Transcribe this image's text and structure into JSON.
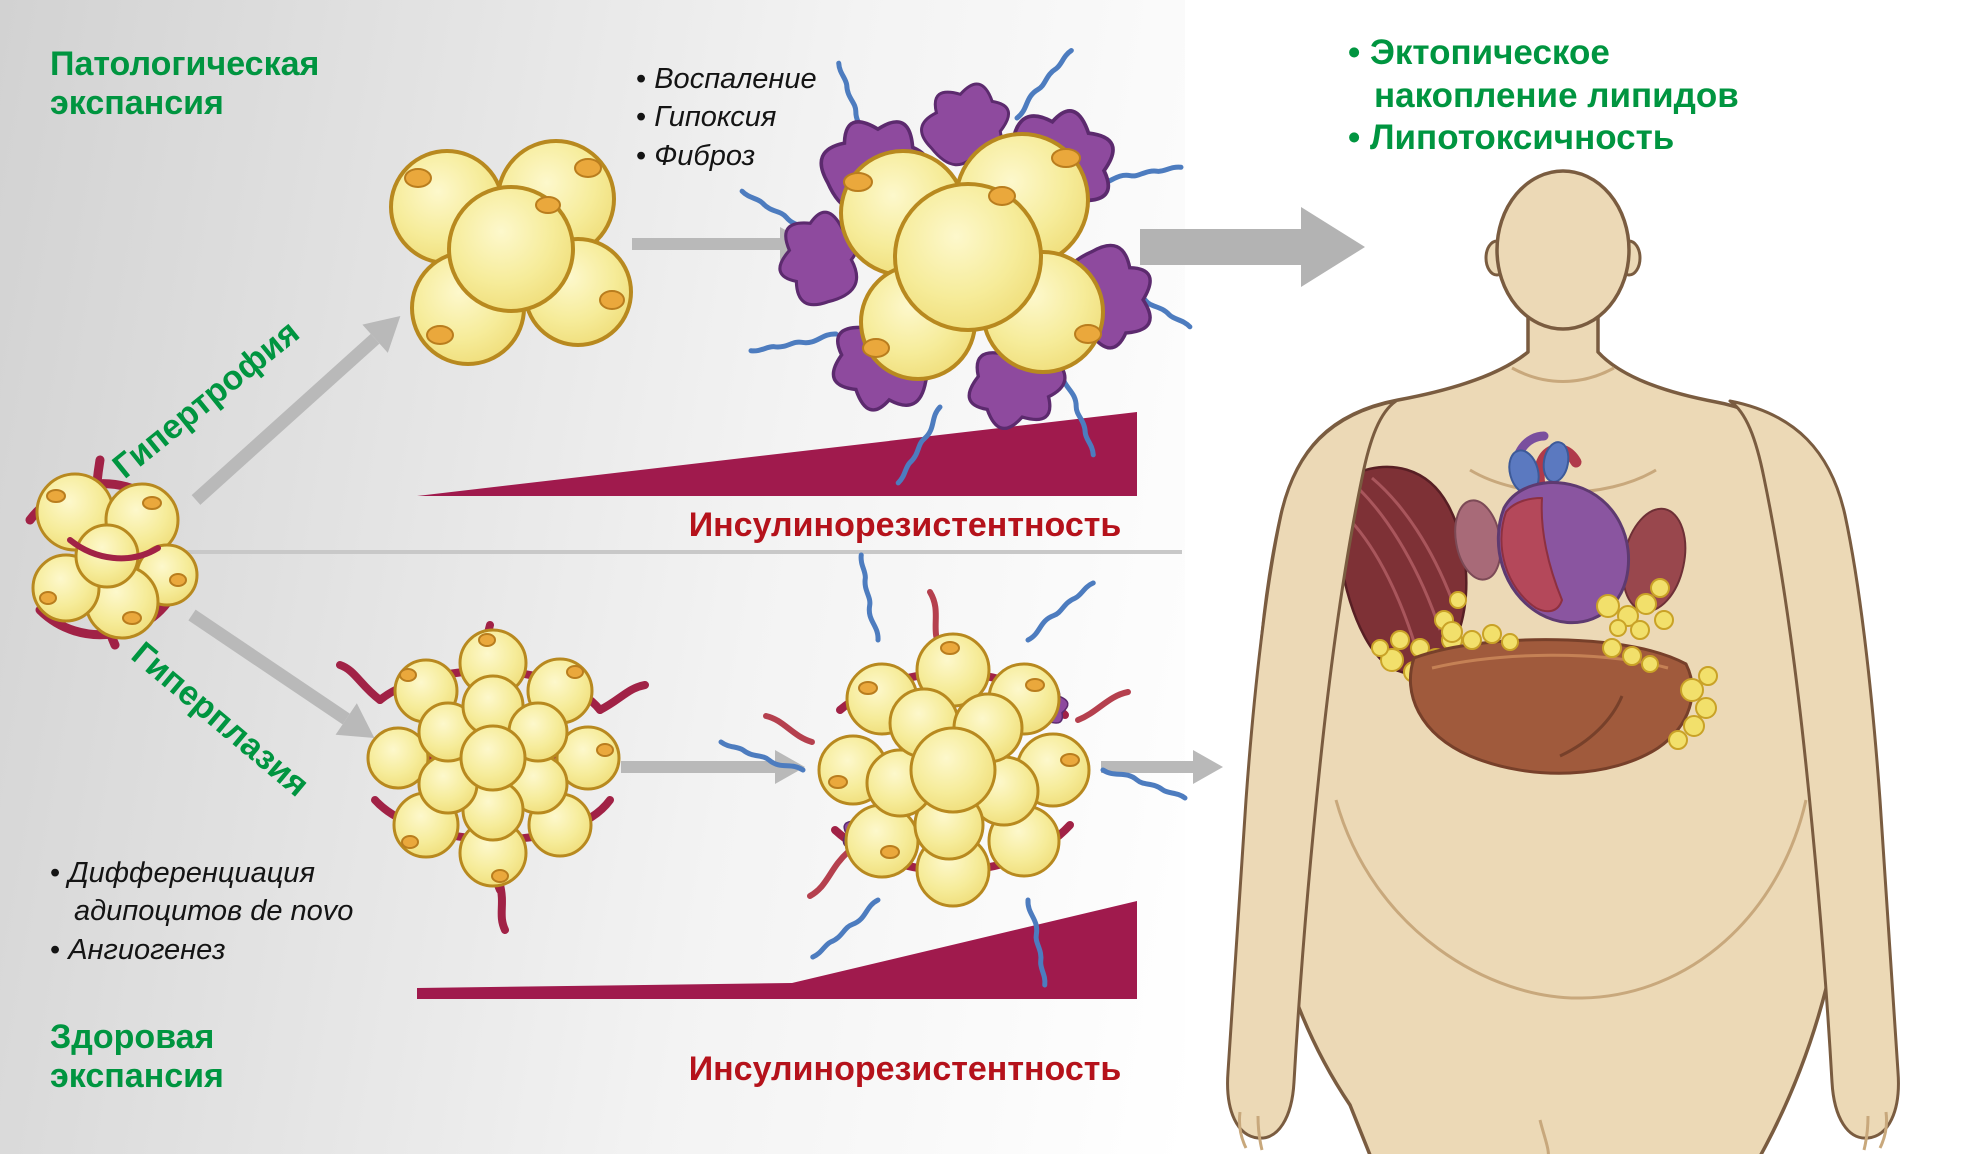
{
  "colors": {
    "green_text": "#009540",
    "red_text": "#b5121b",
    "wedge_maroon": "#a01a4d",
    "arrow_gray": "#b9b9b9",
    "adipocyte_yellow": "#f6ec9a",
    "adipocyte_outline": "#b8891f",
    "vessel_maroon": "#a12246",
    "macrophage_purple": "#8e4a9e",
    "vessel_blue": "#4d7cbf",
    "skin": "#ecd9b6",
    "liver_brown": "#a05a3c"
  },
  "pathological": {
    "title": "Патологическая\nэкспансия",
    "process_label": "Гипертрофия",
    "features": [
      "Воспаление",
      "Гипоксия",
      "Фиброз"
    ],
    "axis_label": "Инсулинорезистентность"
  },
  "healthy": {
    "title": "Здоровая\nэкспансия",
    "process_label": "Гиперплазия",
    "features": [
      "Дифференциация адипоцитов de novo",
      "Ангиогенез"
    ],
    "axis_label": "Инсулинорезистентность"
  },
  "outcomes": {
    "items": [
      "Эктопическое накопление липидов",
      "Липотоксичность"
    ]
  }
}
